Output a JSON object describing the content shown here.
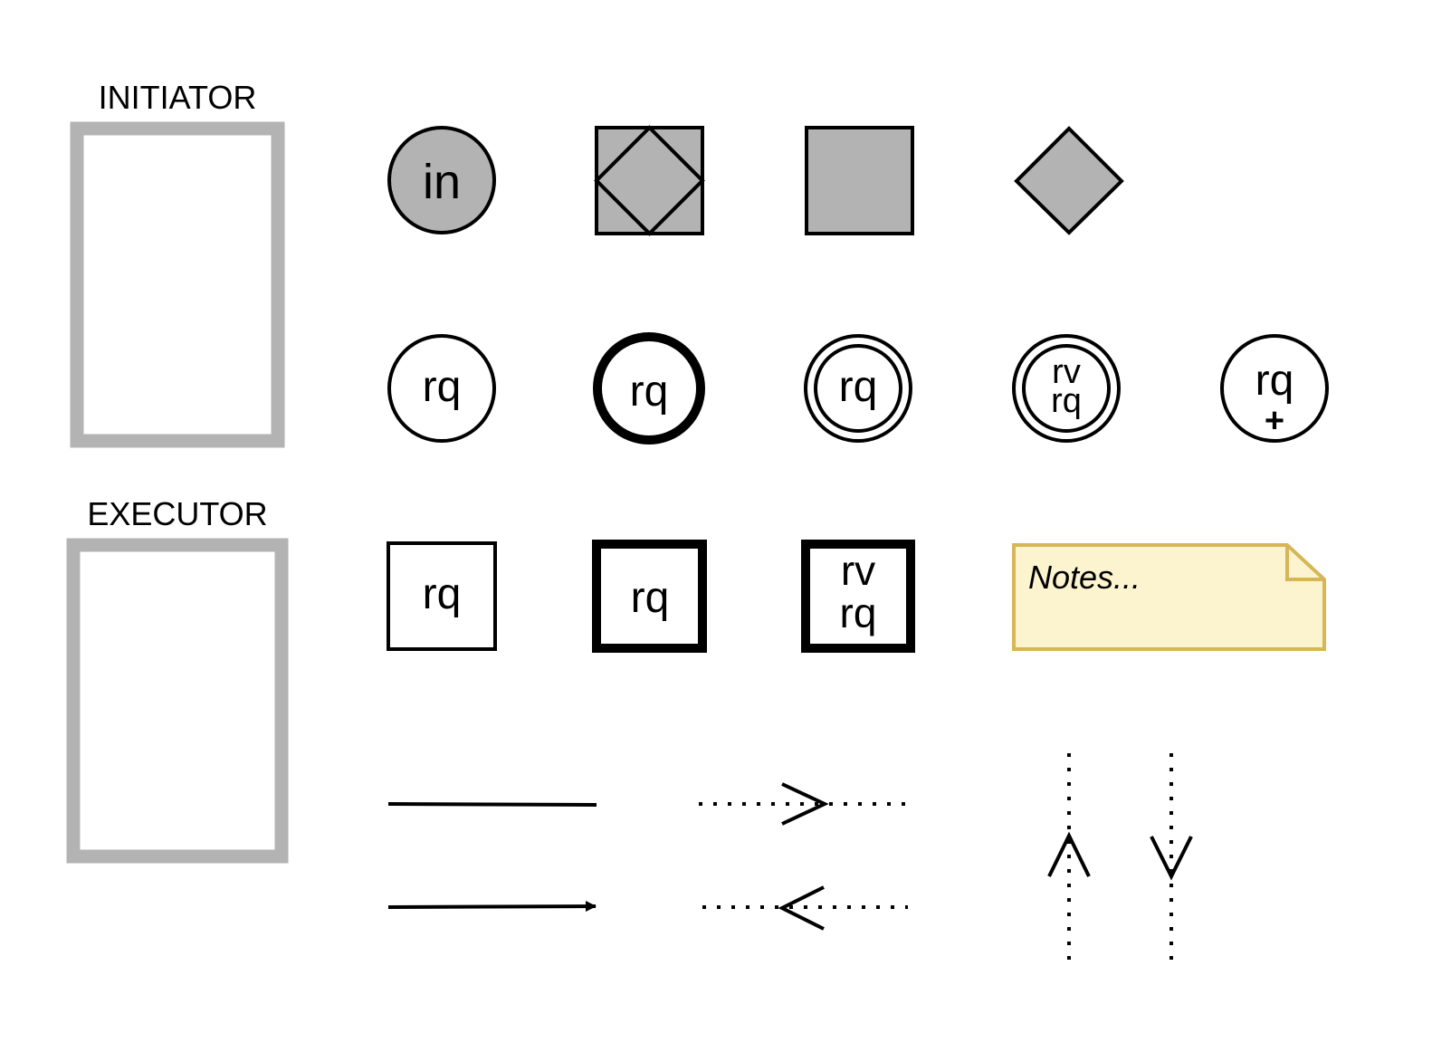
{
  "lanes": {
    "initiator": {
      "label": "INITIATOR"
    },
    "executor": {
      "label": "EXECUTOR"
    }
  },
  "symbols": {
    "initiation_circle": {
      "text": "in"
    },
    "circle_rq": {
      "text": "rq"
    },
    "circle_thick_rq": {
      "text": "rq"
    },
    "circle_double_rq": {
      "text": "rq"
    },
    "circle_double_rv_rq": {
      "top": "rv",
      "bottom": "rq"
    },
    "circle_rq_plus": {
      "top": "rq",
      "bottom": "+"
    },
    "square_rq": {
      "text": "rq"
    },
    "square_thick_rq": {
      "text": "rq"
    },
    "square_thick_rv_rq": {
      "top": "rv",
      "bottom": "rq"
    },
    "note": {
      "text": "Notes..."
    }
  },
  "colors": {
    "lane_border": "#b3b3b3",
    "fill_gray": "#b3b3b3",
    "stroke": "#000000",
    "note_fill": "#fcf3cf",
    "note_border": "#d6b656"
  },
  "icons": {
    "connectors": [
      "solid-line",
      "solid-arrow",
      "dotted-arrow-right",
      "dotted-arrow-left",
      "dotted-arrow-up",
      "dotted-arrow-down"
    ]
  }
}
